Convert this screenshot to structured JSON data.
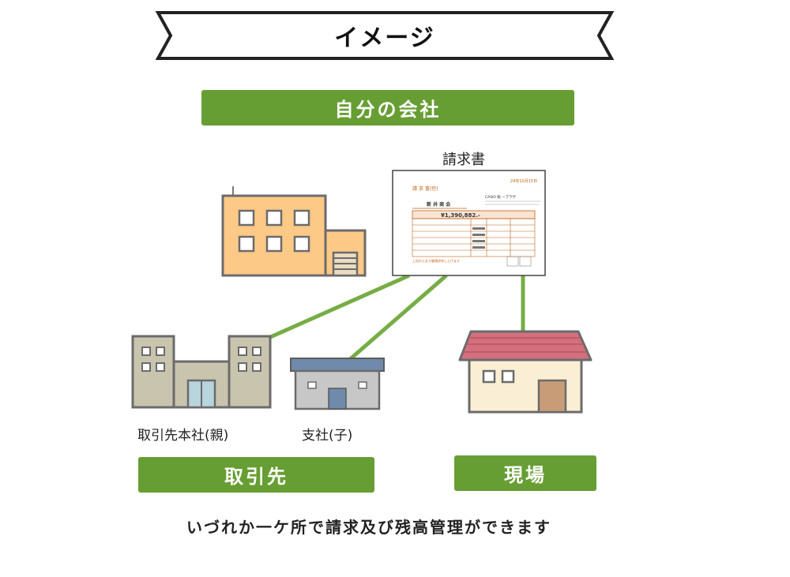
{
  "header": {
    "title": "イメージ"
  },
  "own_company": {
    "label": "自分の会社"
  },
  "invoice": {
    "label": "請求書",
    "doc_title": "請 求 書(控)",
    "date": "24年10月15日",
    "customer": "新 井 商 会",
    "issuer": "CASIO 販 ープラザ",
    "amount": "¥1,390,882.-",
    "note": "上記のとおり御請求申し上げます"
  },
  "nodes": {
    "head_office": "取引先本社(親)",
    "branch": "支社(子)"
  },
  "groups": {
    "client": "取引先",
    "site": "現場"
  },
  "footer": {
    "caption": "いづれか一ケ所で請求及び残高管理ができます"
  },
  "colors": {
    "accent_green": "#679e33",
    "connector_green": "#76ad45",
    "building_orange": "#fdc987",
    "building_gray": "#c8c4ae",
    "roof_red": "#d4707e",
    "house_cream": "#faefd4"
  }
}
